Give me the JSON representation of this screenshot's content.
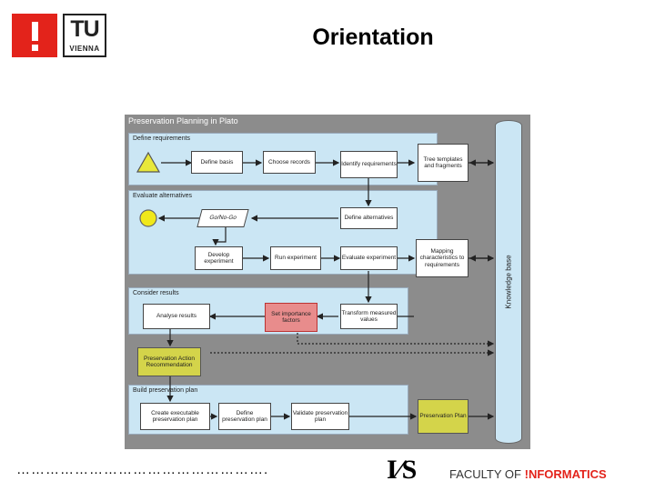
{
  "header": {
    "title": "Orientation",
    "logo_tu": "TU",
    "logo_vienna": "VIENNA"
  },
  "footer": {
    "dots": "…………………………………………….",
    "ifs": "I∕S",
    "faculty": "FACULTY OF",
    "informatics": "!NFORMATICS"
  },
  "colors": {
    "red": "#e3231b",
    "panel": "#cbe6f4",
    "yellow": "#d4d44a",
    "pink": "#e88c8c"
  },
  "diagram": {
    "title": "Preservation Planning in Plato",
    "sections": {
      "define_requirements": "Define requirements",
      "evaluate_alternatives": "Evaluate alternatives",
      "consider_results": "Consider results",
      "build_plan": "Build preservation plan"
    },
    "boxes": {
      "define_basis": "Define basis",
      "choose_records": "Choose records",
      "identify_requirements": "Identify requirements",
      "tree_templates": "Tree templates and fragments",
      "go_no_go": "Go/No-Go",
      "define_alternatives": "Define alternatives",
      "develop_experiment": "Develop experiment",
      "run_experiment": "Run experiment",
      "evaluate_experiment": "Evaluate experiment",
      "mapping": "Mapping characteristics to requirements",
      "analyse_results": "Analyse results",
      "set_importance": "Set importance factors",
      "transform_values": "Transform measured values",
      "recommendation": "Preservation Action Recommendation",
      "create_plan": "Create executable preservation plan",
      "define_plan": "Define preservation plan",
      "validate_plan": "Validate preservation plan",
      "preservation_plan": "Preservation Plan"
    },
    "knowledge_base": "Knowledge base"
  }
}
